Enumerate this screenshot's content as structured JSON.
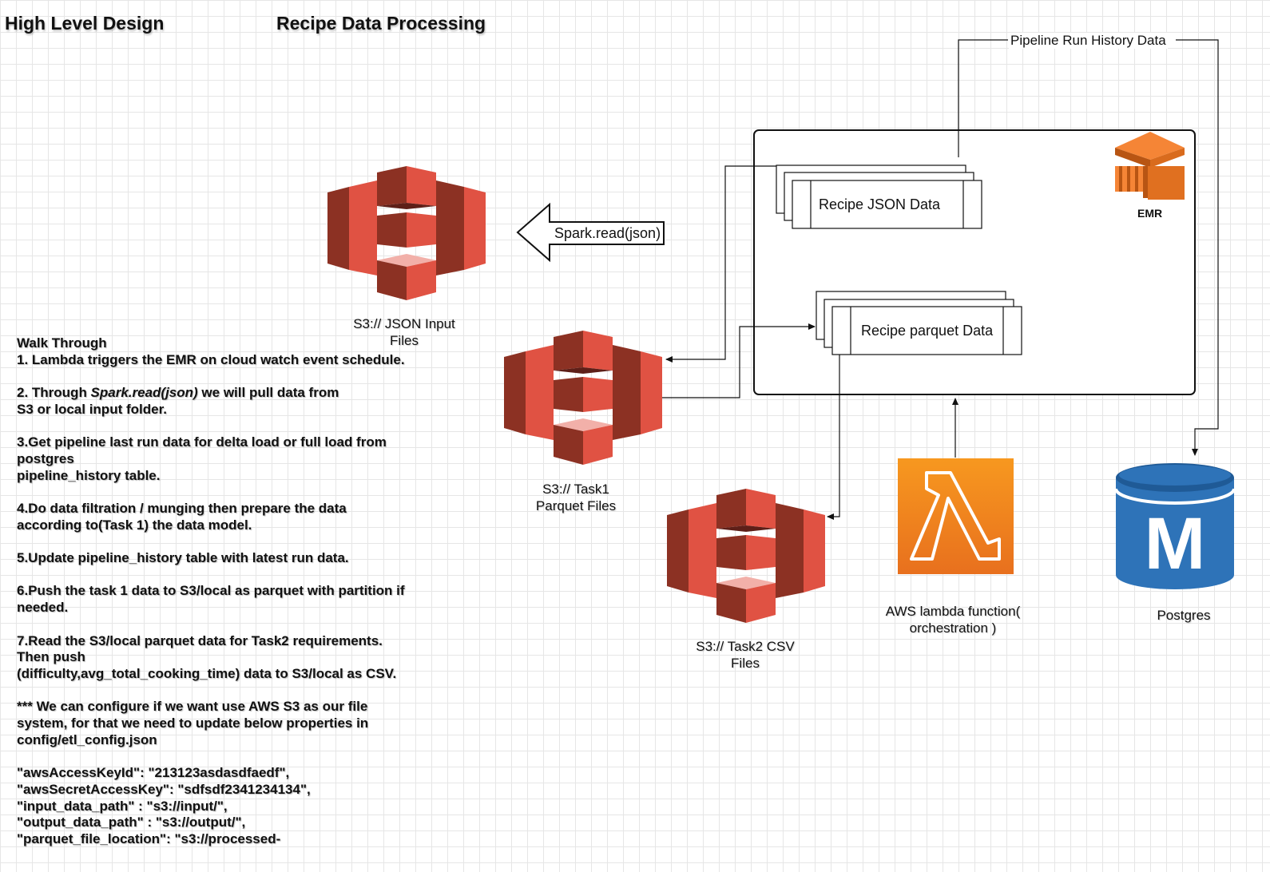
{
  "header": {
    "title_left": "High Level Design",
    "title_right": "Recipe Data Processing"
  },
  "nodes": {
    "s3_input": "S3:// JSON Input Files",
    "s3_task1": "S3:// Task1 Parquet Files",
    "s3_task2": "S3:// Task2 CSV Files",
    "lambda": "AWS lambda function( orchestration )",
    "postgres": "Postgres",
    "emr_label": "EMR",
    "recipe_json": "Recipe JSON Data",
    "recipe_parquet": "Recipe parquet Data",
    "spark_read": "Spark.read(json)",
    "pipeline_history": "Pipeline Run History Data",
    "postgres_glyph": "M"
  },
  "walkthrough": {
    "heading": "Walk Through",
    "step1": "1. Lambda triggers the EMR on cloud watch event schedule.",
    "step2_pre": "2. Through ",
    "step2_em": "Spark.read(json)",
    "step2_post": " we will pull data from",
    "step2_line2": "S3 or local input folder.",
    "step3_l1": "3.Get pipeline last run data for delta load or full load from",
    "step3_l2": "postgres",
    "step3_l3": "pipeline_history table.",
    "step4_l1": "4.Do data filtration / munging then prepare the data",
    "step4_l2": "according to(Task 1) the data model.",
    "step5": "5.Update pipeline_history table with latest run data.",
    "step6_l1": "6.Push the task 1 data to S3/local as parquet with partition if",
    "step6_l2": "needed.",
    "step7_l1": "7.Read the S3/local parquet data for Task2 requirements.",
    "step7_l2": "Then push",
    "step7_l3": "(difficulty,avg_total_cooking_time) data to S3/local as CSV.",
    "note_l1": "*** We can configure if we want use AWS S3 as our file",
    "note_l2": "system, for that we need to update below properties in",
    "note_l3": "config/etl_config.json",
    "cfg1": "\"awsAccessKeyId\": \"213123asdasdfaedf\",",
    "cfg2": "\"awsSecretAccessKey\": \"sdfsdf2341234134\",",
    "cfg3": "\"input_data_path\" : \"s3://input/\",",
    "cfg4": "\"output_data_path\" : \"s3://output/\",",
    "cfg5": "\"parquet_file_location\": \"s3://processed-"
  },
  "colors": {
    "s3_main": "#e05243",
    "s3_dark": "#8c3123",
    "s3_light": "#f58536",
    "lambda_top": "#f7981f",
    "lambda_bottom": "#e8701e",
    "postgres_blue": "#2e73b8",
    "postgres_dark": "#1f5a96"
  }
}
